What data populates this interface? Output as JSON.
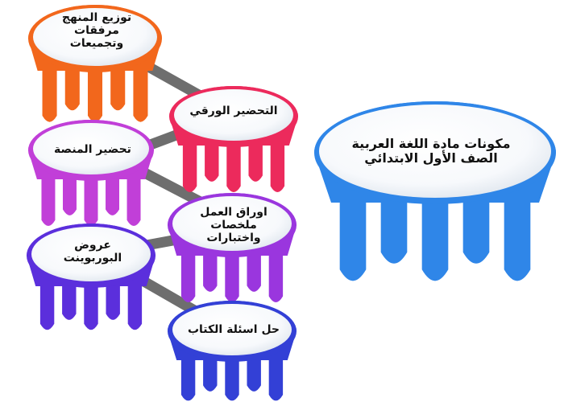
{
  "nodes": {
    "main": {
      "lines": [
        "مكونات مادة اللغة العربية",
        "الصف الأول الابتدائي"
      ],
      "color": "#2f86e8"
    },
    "curriculum": {
      "lines": [
        "توزيع المنهج",
        "مرفقات",
        "وتجميعات"
      ],
      "color": "#f2671c"
    },
    "paper_prep": {
      "lines": [
        "التحضير الورقي"
      ],
      "color": "#ec2a5c"
    },
    "platform_prep": {
      "lines": [
        "تحضير المنصة"
      ],
      "color": "#c13fd8"
    },
    "worksheets": {
      "lines": [
        "اوراق العمل",
        "ملخصات",
        "واختبارات"
      ],
      "color": "#9a36de"
    },
    "powerpoint": {
      "lines": [
        "عروض",
        "البوربوينت"
      ],
      "color": "#5b2fdc"
    },
    "textbook": {
      "lines": [
        "حل اسئلة الكتاب"
      ],
      "color": "#3340d6"
    }
  },
  "connector_color": "#6e6e6e"
}
